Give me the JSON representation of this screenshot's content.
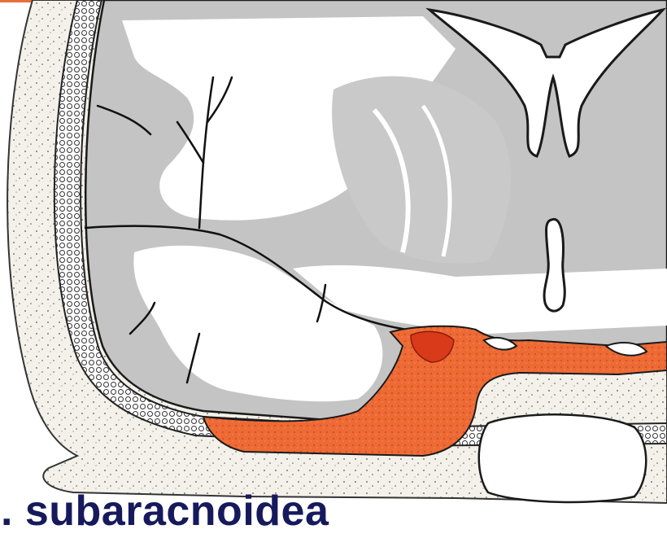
{
  "caption": "l. subaracnoidea",
  "colors": {
    "background": "#ffffff",
    "gray_matter": "#c4c4c4",
    "white_matter": "#ffffff",
    "outline": "#1a1a1a",
    "bone_stipple": "#f4f1ea",
    "hemorrhage": "#e8622e",
    "hemorrhage_core": "#d93a1a",
    "caption_text": "#161a5c",
    "top_border": "#e8703a"
  },
  "illustration": {
    "subject": "coronal section of brain hemisphere with subarachnoid space highlighted",
    "highlighted_structure": "subarachnoid-hemorrhage"
  }
}
